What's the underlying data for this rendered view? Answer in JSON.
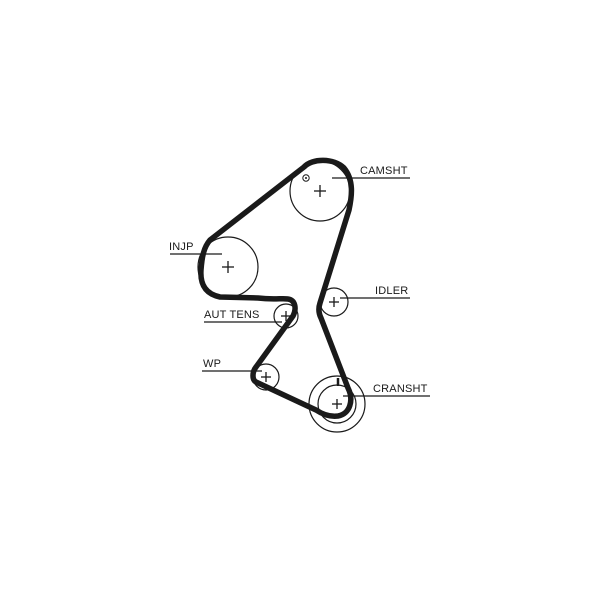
{
  "diagram": {
    "labels": {
      "camshaft": "CAMSHT",
      "injection_pump": "INJP",
      "idler": "IDLER",
      "auto_tensioner": "AUT TENS",
      "water_pump": "WP",
      "crankshaft": "CRANSHT"
    },
    "colors": {
      "ink": "#1a1a1a",
      "background": "#ffffff"
    }
  }
}
